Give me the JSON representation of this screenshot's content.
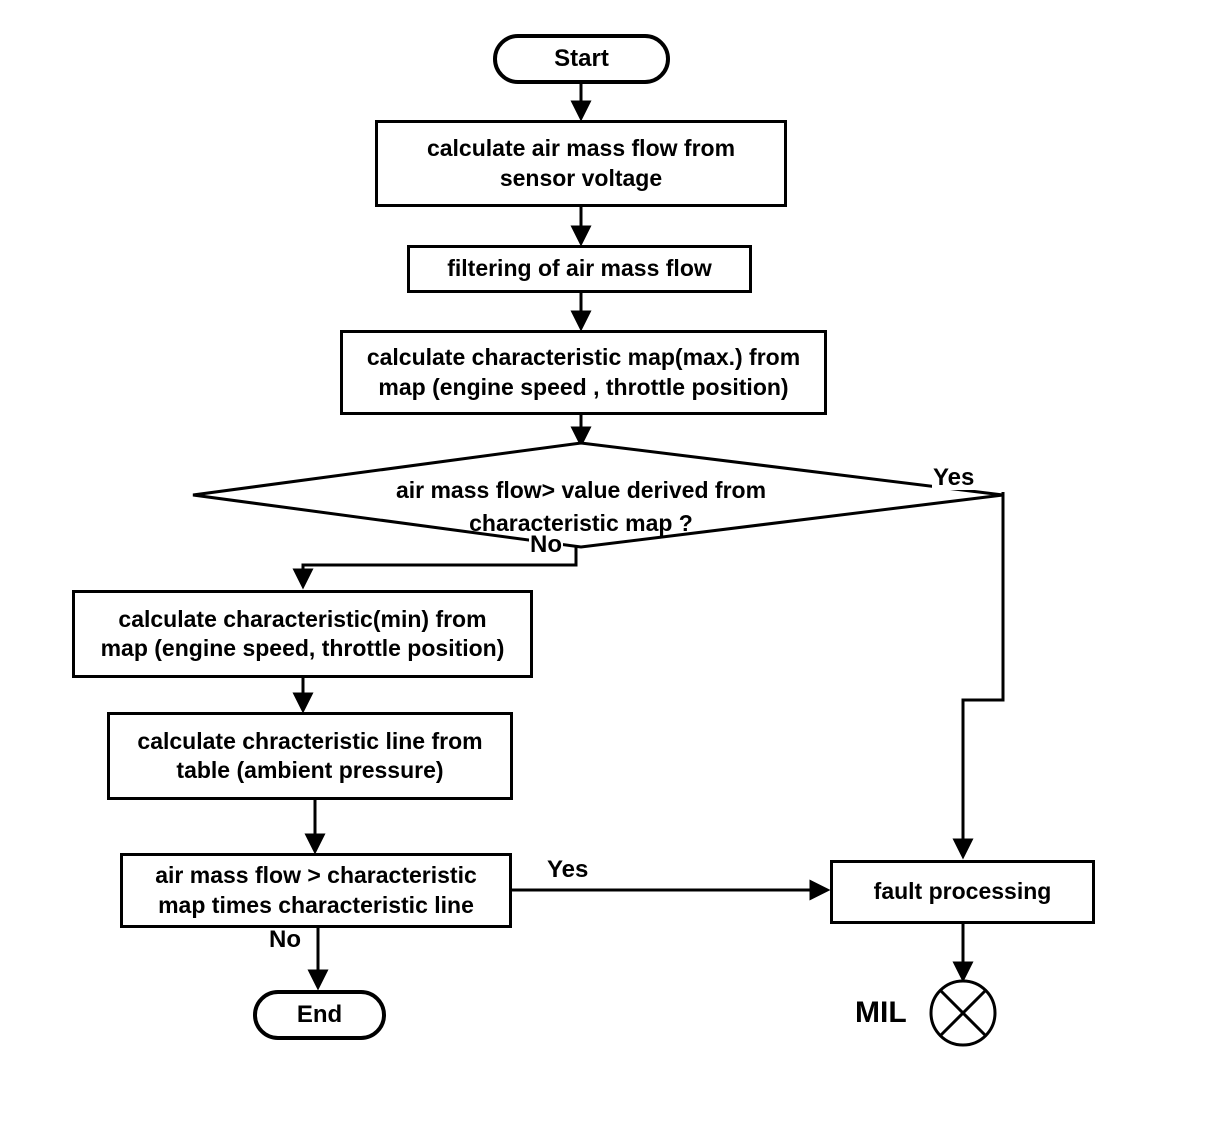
{
  "diagram": {
    "title": "Air mass flow sensor plausibility diagnostic flowchart",
    "type": "flowchart",
    "stroke_color": "#000000",
    "fill_color": "#ffffff",
    "nodes": {
      "start": {
        "label": "Start",
        "shape": "terminator"
      },
      "calc_air_mass": {
        "label": "calculate air mass flow  from\nsensor voltage",
        "shape": "process"
      },
      "filter": {
        "label": "filtering of air mass flow",
        "shape": "process"
      },
      "calc_map_max": {
        "label": "calculate characteristic map(max.) from\nmap (engine speed ,  throttle position)",
        "shape": "process"
      },
      "decision_map": {
        "label": "air mass flow> value derived from\ncharacteristic map  ?",
        "shape": "decision"
      },
      "calc_map_min": {
        "label": "calculate characteristic(min) from\nmap (engine speed, throttle position)",
        "shape": "process"
      },
      "calc_line": {
        "label": "calculate chracteristic line from\ntable (ambient pressure)",
        "shape": "process"
      },
      "decision_line": {
        "label": "air mass flow > characteristic\nmap times characteristic line",
        "shape": "decision-rect"
      },
      "fault": {
        "label": "fault processing",
        "shape": "process"
      },
      "end": {
        "label": "End",
        "shape": "terminator"
      },
      "mil": {
        "label": "MIL",
        "shape": "lamp-circle-x"
      }
    },
    "edge_labels": {
      "map_yes": "Yes",
      "map_no": "No",
      "line_yes": "Yes",
      "line_no": "No"
    }
  }
}
